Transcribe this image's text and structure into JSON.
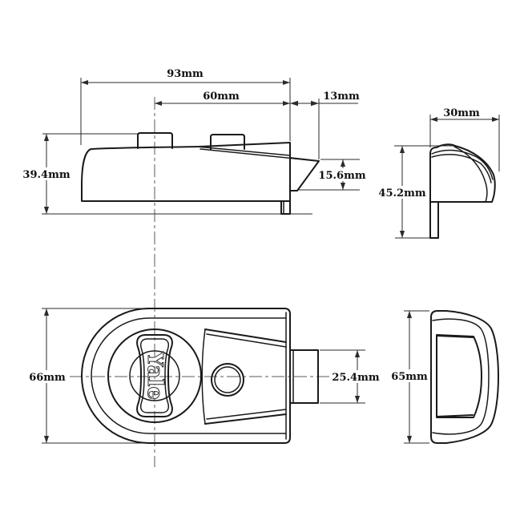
{
  "drawing": {
    "brand": "Yale",
    "views": {
      "side": {
        "overall_width": "93mm",
        "backset": "60mm",
        "latch_projection": "13mm",
        "body_height": "39.4mm",
        "latch_height": "15.6mm"
      },
      "end_top": {
        "depth": "30mm",
        "height": "45.2mm"
      },
      "plan": {
        "body_width": "66mm",
        "cylinder_width": "25.4mm"
      },
      "profile": {
        "height": "65mm"
      }
    }
  }
}
